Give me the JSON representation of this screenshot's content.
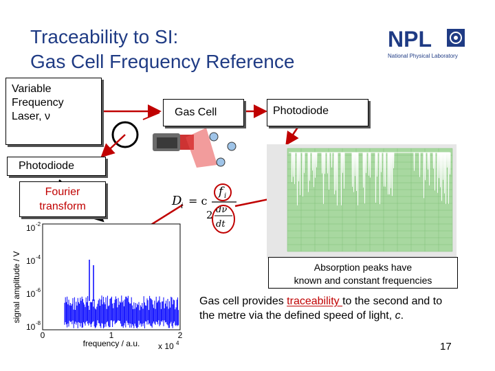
{
  "title": {
    "line1": "Traceability to SI:",
    "line2": "Gas Cell Frequency Reference"
  },
  "logo": {
    "text": "NPL",
    "subtitle": "National Physical Laboratory",
    "brand_color": "#1f3b84"
  },
  "boxes": {
    "laser_line1": "Variable",
    "laser_line2": "Frequency",
    "laser_line3": "Laser, ν",
    "gas_cell": "Gas Cell",
    "photodiode_top": "Photodiode",
    "photodiode_left": "Photodiode",
    "fourier_line1": "Fourier",
    "fourier_line2": "transform"
  },
  "formula": {
    "lhs": "D",
    "lhs_sub": "i",
    "equals": "= c",
    "numerator": "f",
    "numerator_sub": "i",
    "two": "2",
    "dnu": "dν",
    "dt": "dt"
  },
  "absorption_note": {
    "line1": "Absorption peaks have",
    "line2": "known and constant frequencies"
  },
  "statement": {
    "part1": "Gas cell provides ",
    "highlight": "traceability ",
    "part2": "to the second and to the metre via the defined speed of light, ",
    "italic": "c",
    "end": "."
  },
  "spectrum_plot": {
    "ylabel": "signal amplitude / V",
    "xlabel": "frequency / a.u.",
    "xscale": "x 10",
    "xscale_exp": "4",
    "yticks": [
      {
        "base": "10",
        "exp": "-2"
      },
      {
        "base": "10",
        "exp": "-4"
      },
      {
        "base": "10",
        "exp": "-6"
      },
      {
        "base": "10",
        "exp": "-8"
      }
    ],
    "xticks": [
      "0",
      "1",
      "2"
    ],
    "series_color": "#0000ff"
  },
  "absorption_plot": {
    "background": "#a8d8a0",
    "line_color": "#ffffff"
  },
  "accent_color": "#c00000",
  "page_number": "17"
}
